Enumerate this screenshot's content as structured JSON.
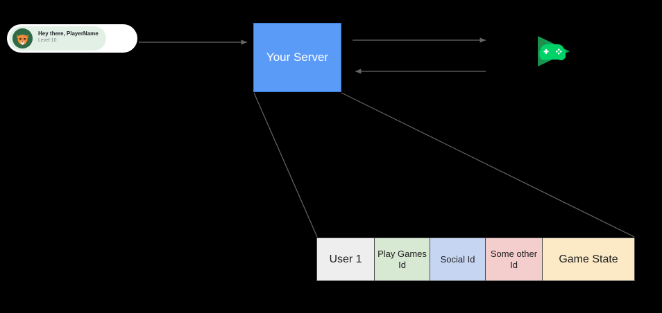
{
  "diagram": {
    "player_card": {
      "greeting": "Hey there, PlayerName",
      "level": "Level 10",
      "avatar_alt": "fox-avatar"
    },
    "server": {
      "label": "Your Server",
      "color": "#5b9bf8"
    },
    "play_games": {
      "label": "Google Play Games",
      "color": "#00c853"
    },
    "table": {
      "columns": [
        {
          "label": "User 1",
          "color": "#eeeeee"
        },
        {
          "label": "Play Games Id",
          "color": "#d7e8d3"
        },
        {
          "label": "Social Id",
          "color": "#c6d6f2"
        },
        {
          "label": "Some other Id",
          "color": "#f4cdcd"
        },
        {
          "label": "Game State",
          "color": "#fbeac5"
        }
      ]
    },
    "connections": [
      {
        "name": "client-to-server",
        "direction": "right"
      },
      {
        "name": "server-to-play-games",
        "direction": "right"
      },
      {
        "name": "play-games-to-server",
        "direction": "left"
      },
      {
        "name": "server-to-table-left",
        "direction": "none"
      },
      {
        "name": "server-to-table-right",
        "direction": "none"
      }
    ]
  }
}
